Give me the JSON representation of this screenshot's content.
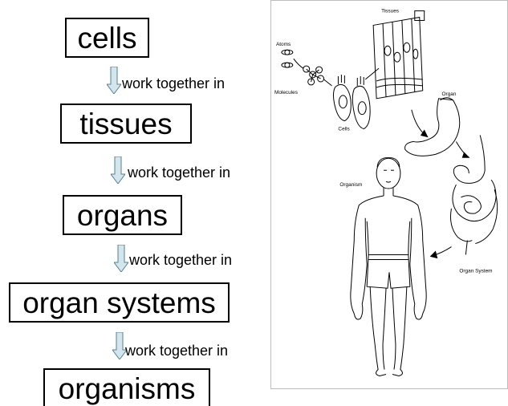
{
  "hierarchy": {
    "levels": [
      "cells",
      "tissues",
      "organs",
      "organ systems",
      "organisms"
    ],
    "connector_label": "work together in"
  },
  "illustration": {
    "labels": {
      "atoms": "Atoms",
      "molecules": "Molecules",
      "cells": "Cells",
      "tissues": "Tissues",
      "organ": "Organ",
      "organism": "Organism",
      "organ_system": "Organ System"
    }
  },
  "colors": {
    "arrow_fill": "#d3e6ee",
    "arrow_stroke": "#5a7f90"
  }
}
